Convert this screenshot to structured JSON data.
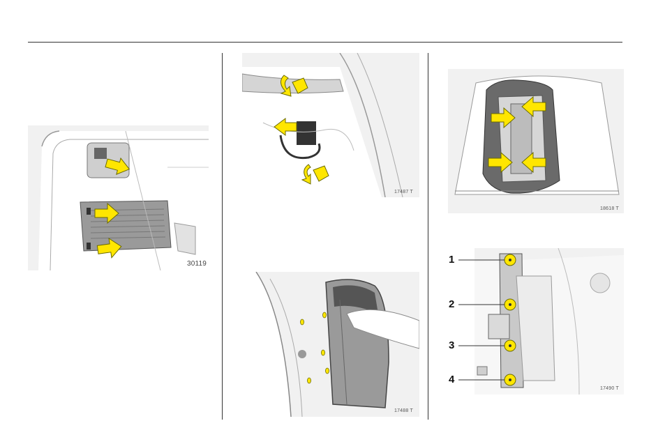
{
  "figures": [
    {
      "id": "load-compartment-cover",
      "code": "30119"
    },
    {
      "id": "tail-light-nuts",
      "code": "17487 T"
    },
    {
      "id": "tail-light-removal",
      "code": "17488 T"
    },
    {
      "id": "bulb-holder-tabs",
      "code": "18618 T"
    },
    {
      "id": "bulb-holder-bulbs",
      "code": "17490 T"
    }
  ],
  "callouts": [
    "1",
    "2",
    "3",
    "4"
  ],
  "colors": {
    "highlight": "#ffe600",
    "outline": "#6b6b00"
  }
}
